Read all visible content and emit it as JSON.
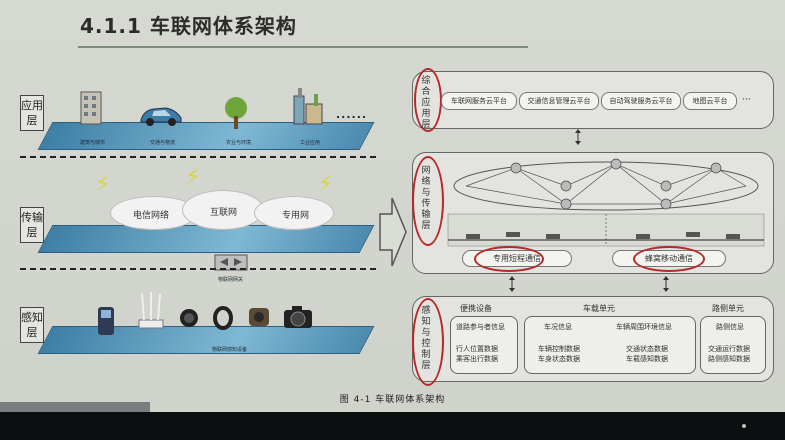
{
  "title": "4.1.1  车联网体系架构",
  "caption": "图 4-1  车联网体系架构",
  "left": {
    "layers": [
      "应用层",
      "传输层",
      "感知层"
    ],
    "app_labels": [
      "建筑与城市",
      "交通与物流",
      "农业与环境",
      "工业应用"
    ],
    "dots": "......",
    "clouds": [
      "电信网络",
      "互联网",
      "专用网"
    ],
    "gateway": "物联网网关",
    "sense_label": "物联网感知设备"
  },
  "right": {
    "app_box": {
      "label": "综合应用层",
      "services": [
        "车联网服务云平台",
        "交通信息管理云平台",
        "自动驾驶服务云平台",
        "地图云平台"
      ],
      "more": "···"
    },
    "net_box": {
      "label": "网络与传输层",
      "dsrc": "专用短程通信",
      "cellular": "蜂窝移动通信"
    },
    "sense_box": {
      "label": "感知与控制层",
      "groups": [
        {
          "title": "便携设备",
          "sub": "道路参与者信息",
          "lines": [
            "行人位置数据",
            "乘客出行数据"
          ]
        },
        {
          "title": "车载单元",
          "sub": "车况信息",
          "lines": [
            "车辆控制数据",
            "车身状态数据"
          ]
        },
        {
          "title": "",
          "sub": "车辆周围环境信息",
          "lines": [
            "交通状态数据",
            "车载感知数据"
          ]
        },
        {
          "title": "路侧单元",
          "sub": "路侧信息",
          "lines": [
            "交通运行数据",
            "路侧感知数据"
          ]
        }
      ]
    }
  }
}
